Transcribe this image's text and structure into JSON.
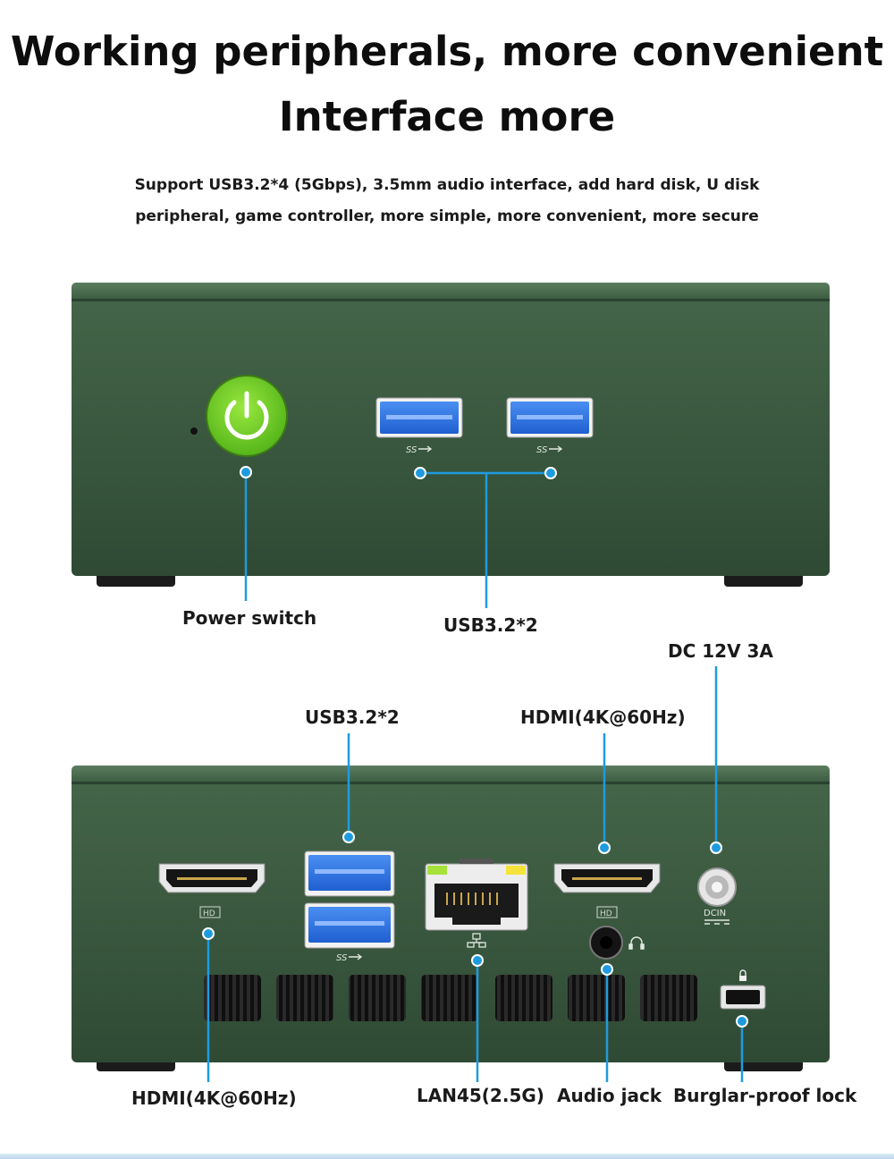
{
  "heading": {
    "line1": "Working peripherals, more convenient",
    "line2": "Interface more"
  },
  "description": {
    "line1": "Support USB3.2*4 (5Gbps), 3.5mm audio interface, add hard disk, U disk",
    "line2": "peripheral, game controller, more simple, more convenient, more secure"
  },
  "front_panel": {
    "power_label": "Power switch",
    "usb_label": "USB3.2*2",
    "usb_logo": "SS",
    "power_icon": "power-icon",
    "body_color": "#3d5c42",
    "power_color": "#7ed321"
  },
  "rear_panel": {
    "dc_label": "DC 12V 3A",
    "usb_label": "USB3.2*2",
    "hdmi_right_label": "HDMI(4K@60Hz)",
    "hdmi_left_label": "HDMI(4K@60Hz)",
    "lan_label": "LAN45(2.5G)",
    "audio_label": "Audio jack",
    "lock_label": "Burglar-proof lock",
    "hdmi_badge": "HD",
    "dcin_badge": "DCIN",
    "usb_logo": "SS",
    "callout_color": "#1e9be0"
  }
}
